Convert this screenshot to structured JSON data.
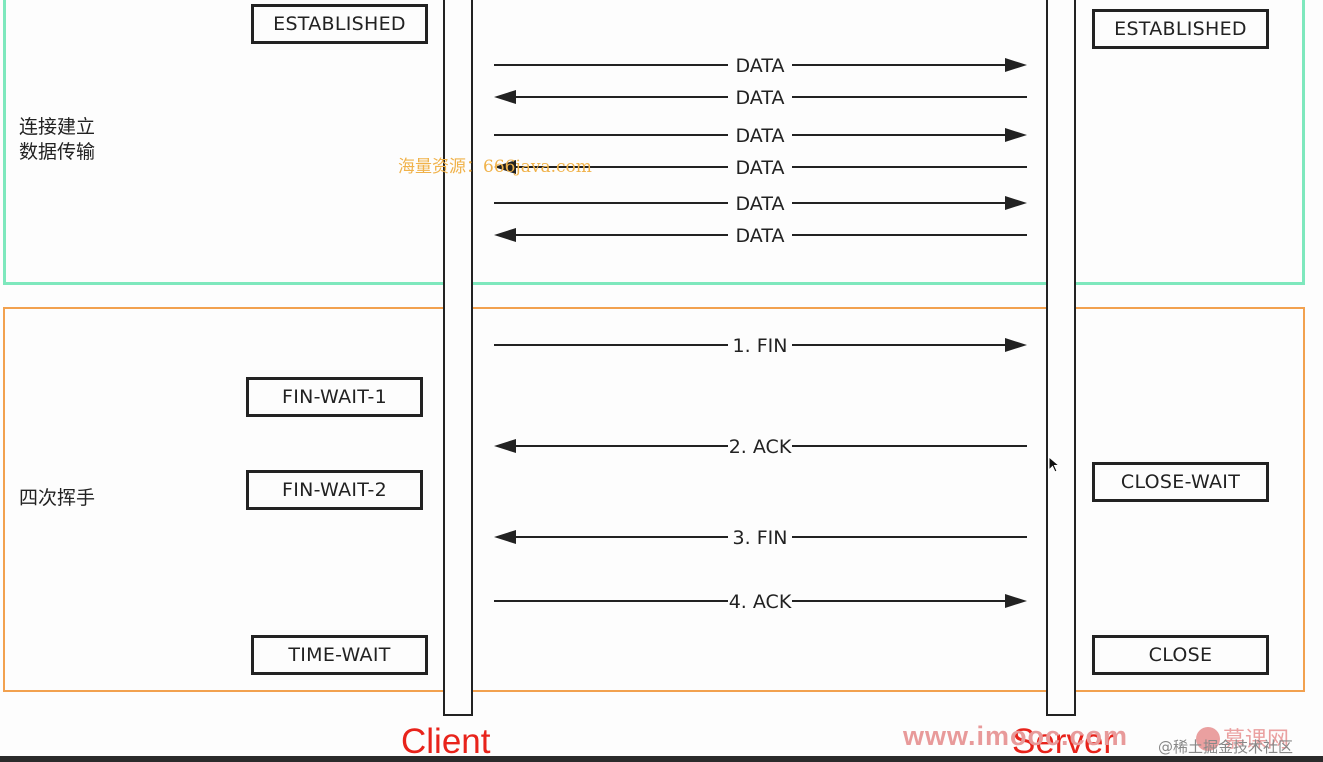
{
  "sections": {
    "established_label": "连接建立\n数据传输",
    "close_label": "四次挥手"
  },
  "client": {
    "name": "Client",
    "states": [
      "ESTABLISHED",
      "FIN-WAIT-1",
      "FIN-WAIT-2",
      "TIME-WAIT"
    ]
  },
  "server": {
    "name": "Server",
    "states": [
      "ESTABLISHED",
      "CLOSE-WAIT",
      "CLOSE"
    ]
  },
  "messages": [
    {
      "label": "DATA",
      "direction": "client-to-server"
    },
    {
      "label": "DATA",
      "direction": "server-to-client"
    },
    {
      "label": "DATA",
      "direction": "client-to-server"
    },
    {
      "label": "DATA",
      "direction": "server-to-client"
    },
    {
      "label": "DATA",
      "direction": "client-to-server"
    },
    {
      "label": "DATA",
      "direction": "server-to-client"
    },
    {
      "label": "1. FIN",
      "direction": "client-to-server"
    },
    {
      "label": "2. ACK",
      "direction": "server-to-client"
    },
    {
      "label": "3. FIN",
      "direction": "server-to-client"
    },
    {
      "label": "4. ACK",
      "direction": "client-to-server"
    }
  ],
  "watermarks": {
    "center": "海量资源：666java.com",
    "site": "www.imooc.com",
    "logo": "慕课网",
    "credit": "@稀土掘金技术社区"
  },
  "colors": {
    "established_border": "#7ee8bd",
    "close_border": "#f2a14f",
    "endpoint_label": "#e8231b",
    "line": "#222222"
  }
}
